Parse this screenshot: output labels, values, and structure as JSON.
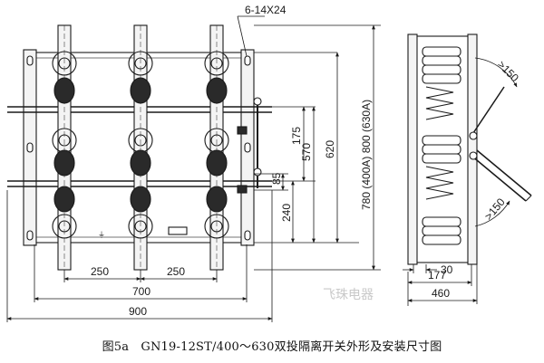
{
  "caption": "图5a　GN19-12ST/400～630双投隔离开关外形及安装尺寸图",
  "watermark": "飞珠电器",
  "dims": {
    "holes": "6-14X24",
    "d250a": "250",
    "d250b": "250",
    "d700": "700",
    "d900": "900",
    "d175": "175",
    "d570": "570",
    "d620": "620",
    "d85": "85",
    "d240": "240",
    "d780": "780 (400A) 800 (630A)",
    "d150top": ">150",
    "d150bot": ">150",
    "d30": "30",
    "d177": "177",
    "d460": "460"
  },
  "colors": {
    "line": "#1a1a1a",
    "fill": "#f4f4f4",
    "dark": "#222222"
  }
}
